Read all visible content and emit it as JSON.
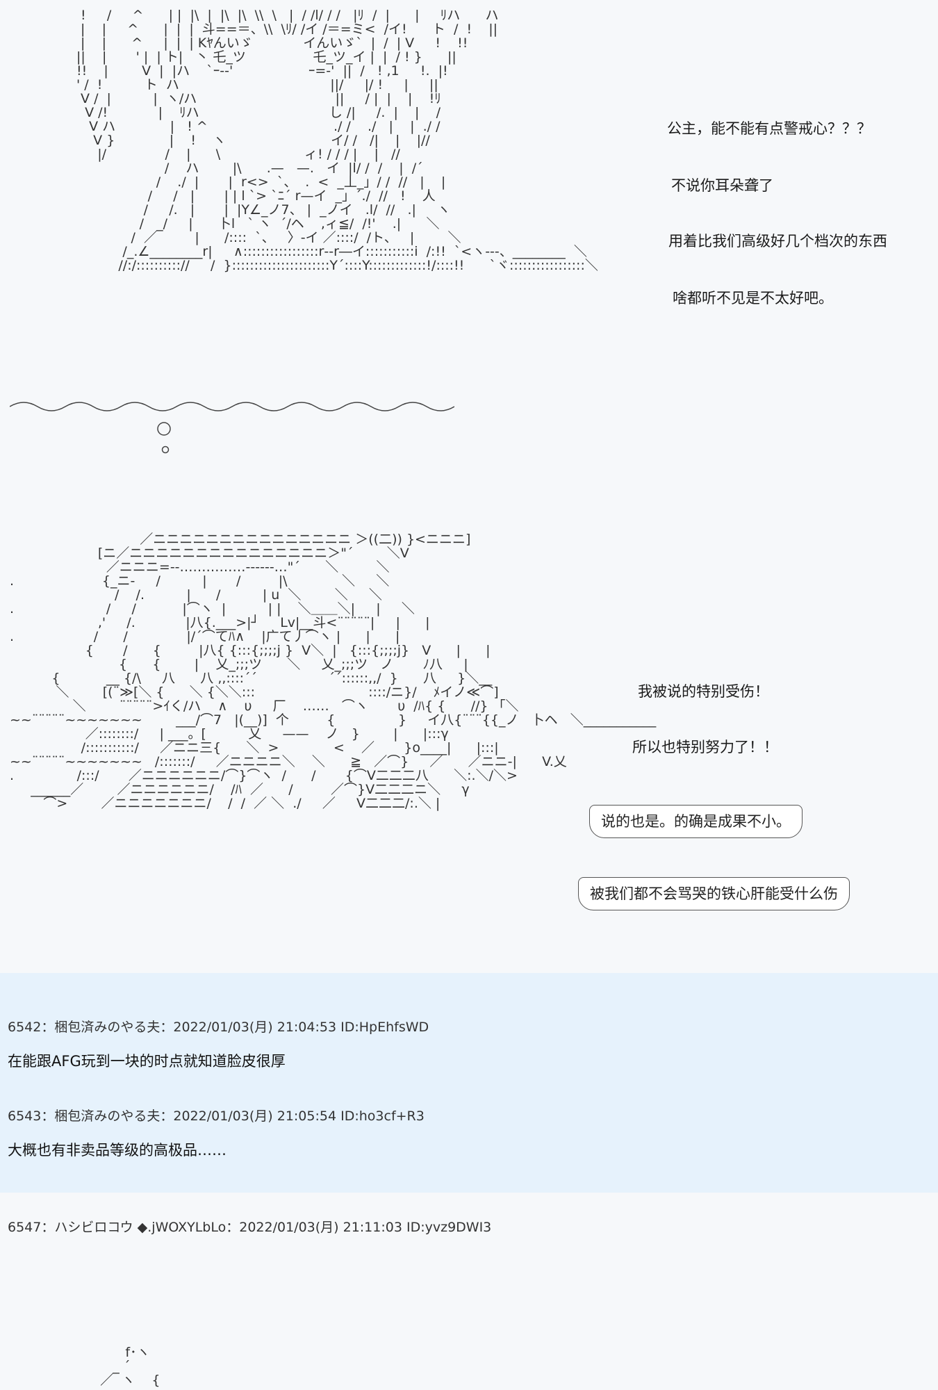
{
  "art_top": {
    "dialogue": [
      "公主，能不能有点警戒心？？？",
      "不说你耳朵聋了",
      "用着比我们高级好几个档次的东西",
      "啥都听不见是不太好吧。"
    ]
  },
  "art_mid": {
    "dialogue": [
      "我被说的特别受伤！",
      "所以也特别努力了！！"
    ],
    "bubbles": [
      "说的也是。的确是成果不小。",
      "被我们都不会骂哭的铁心肝能受什么伤"
    ]
  },
  "posts": [
    {
      "header": "6542：梱包済みのやる夫：2022/01/03(月) 21:04:53 ID:HpEhfsWD",
      "body": "在能跟AFG玩到一块的时点就知道脸皮很厚"
    },
    {
      "header": "6543：梱包済みのやる夫：2022/01/03(月) 21:05:54 ID:ho3cf+R3",
      "body": "大概也有非卖品等级的高极品……"
    },
    {
      "header": "6547：ハシビロコウ ◆.jWOXYLbLo：2022/01/03(月) 21:11:03 ID:yvz9DWI3",
      "body": ""
    }
  ]
}
